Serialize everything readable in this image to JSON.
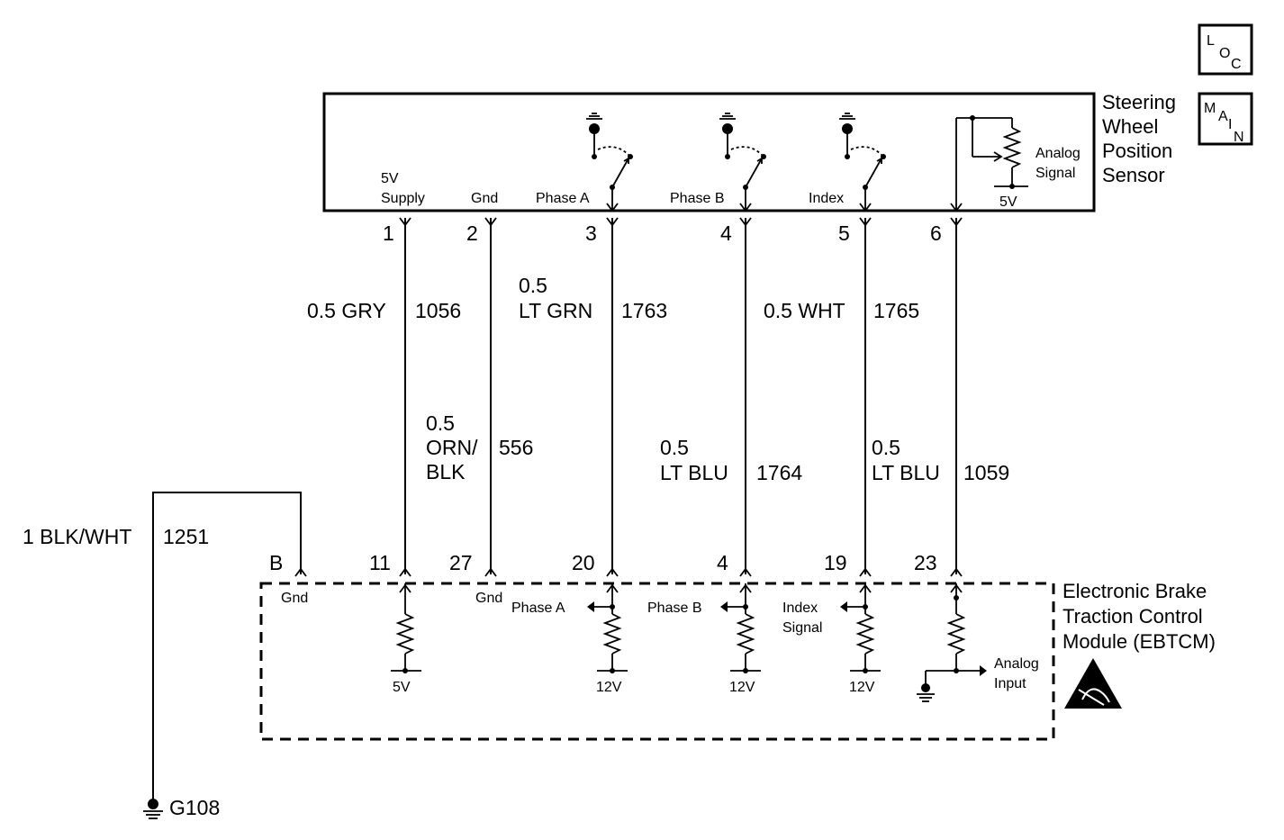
{
  "badges": {
    "loc": [
      "L",
      "O",
      "C"
    ],
    "main": [
      "M",
      "A",
      "I",
      "N"
    ]
  },
  "sensor": {
    "name_lines": [
      "Steering",
      "Wheel",
      "Position",
      "Sensor"
    ],
    "five_v_supply": [
      "5V",
      "Supply"
    ],
    "gnd": "Gnd",
    "phase_a": "Phase A",
    "phase_b": "Phase B",
    "index": "Index",
    "analog_signal": [
      "Analog",
      "Signal"
    ],
    "pot_ref": "5V"
  },
  "module": {
    "name_lines": [
      "Electronic Brake",
      "Traction Control",
      "Module (EBTCM)"
    ],
    "gnd_b": "Gnd",
    "gnd_27": "Gnd",
    "phase_a": "Phase A",
    "phase_b": "Phase B",
    "index_signal": [
      "Index",
      "Signal"
    ],
    "analog_input": [
      "Analog",
      "Input"
    ],
    "refs": [
      "5V",
      "12V",
      "12V",
      "12V"
    ]
  },
  "sensor_pins": [
    "1",
    "2",
    "3",
    "4",
    "5",
    "6"
  ],
  "module_pins": {
    "b": "B",
    "p11": "11",
    "p27": "27",
    "p20": "20",
    "p4": "4",
    "p19": "19",
    "p23": "23"
  },
  "wires": {
    "w1056": {
      "lines": [
        "0.5 GRY"
      ],
      "circuit": "1056"
    },
    "w556": {
      "lines": [
        "0.5",
        "ORN/",
        "BLK"
      ],
      "circuit": "556"
    },
    "w1763": {
      "lines": [
        "0.5",
        "LT GRN"
      ],
      "circuit": "1763"
    },
    "w1764": {
      "lines": [
        "0.5",
        "LT BLU"
      ],
      "circuit": "1764"
    },
    "w1765": {
      "lines": [
        "0.5 WHT"
      ],
      "circuit": "1765"
    },
    "w1059": {
      "lines": [
        "0.5",
        "LT BLU"
      ],
      "circuit": "1059"
    },
    "w1251": {
      "lines": [
        "1 BLK/WHT"
      ],
      "circuit": "1251"
    }
  },
  "ground": {
    "label": "G108"
  }
}
